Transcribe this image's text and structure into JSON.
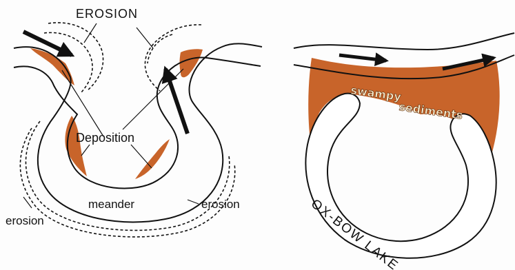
{
  "left_panel": {
    "labels": {
      "erosion_top": "EROSION",
      "deposition": "Deposition",
      "meander": "meander",
      "erosion_right": "erosion",
      "erosion_left": "erosion"
    }
  },
  "right_panel": {
    "labels": {
      "swampy": "swampy",
      "sediments": "sediments",
      "ox_bow_lake": "OX-BOW LAKE"
    }
  },
  "colors": {
    "sediment": "#c8642a",
    "line": "#111111"
  }
}
